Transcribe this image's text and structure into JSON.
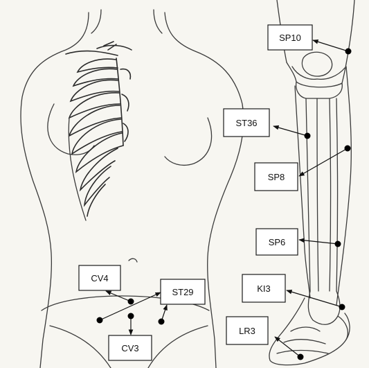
{
  "acupoints": [
    {
      "id": "sp10",
      "label": "SP10"
    },
    {
      "id": "st36",
      "label": "ST36"
    },
    {
      "id": "sp8",
      "label": "SP8"
    },
    {
      "id": "sp6",
      "label": "SP6"
    },
    {
      "id": "ki3",
      "label": "KI3"
    },
    {
      "id": "lr3",
      "label": "LR3"
    },
    {
      "id": "cv4",
      "label": "CV4"
    },
    {
      "id": "st29",
      "label": "ST29"
    },
    {
      "id": "cv3",
      "label": "CV3"
    }
  ],
  "colors": {
    "background": "#f7f6f1",
    "line": "#3a3a3a",
    "marker": "#000000",
    "label_box": "#ffffff"
  }
}
